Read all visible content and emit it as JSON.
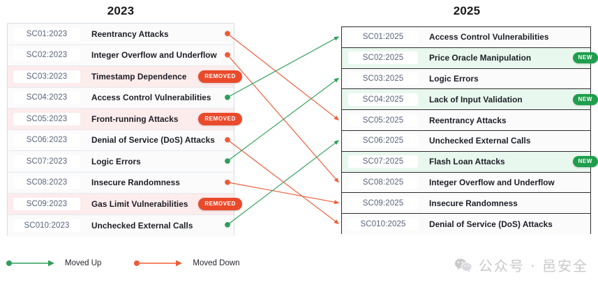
{
  "left": {
    "title": "2023",
    "rows": [
      {
        "id": "SC01:2023",
        "name": "Reentrancy Attacks",
        "state": "plain",
        "badge": "",
        "marker": "down"
      },
      {
        "id": "SC02:2023",
        "name": "Integer Overflow and Underflow",
        "state": "plain",
        "badge": "",
        "marker": "down"
      },
      {
        "id": "SC03:2023",
        "name": "Timestamp Dependence",
        "state": "removed",
        "badge": "REMOVED",
        "marker": "none"
      },
      {
        "id": "SC04:2023",
        "name": "Access Control Vulnerabilities",
        "state": "plain",
        "badge": "",
        "marker": "up"
      },
      {
        "id": "SC05:2023",
        "name": "Front-running Attacks",
        "state": "removed",
        "badge": "REMOVED",
        "marker": "none"
      },
      {
        "id": "SC06:2023",
        "name": "Denial of Service (DoS) Attacks",
        "state": "plain",
        "badge": "",
        "marker": "down"
      },
      {
        "id": "SC07:2023",
        "name": "Logic Errors",
        "state": "plain",
        "badge": "",
        "marker": "up"
      },
      {
        "id": "SC08:2023",
        "name": "Insecure Randomness",
        "state": "plain",
        "badge": "",
        "marker": "down"
      },
      {
        "id": "SC09:2023",
        "name": "Gas Limit Vulnerabilities",
        "state": "removed",
        "badge": "REMOVED",
        "marker": "none"
      },
      {
        "id": "SC010:2023",
        "name": "Unchecked External Calls",
        "state": "plain",
        "badge": "",
        "marker": "up"
      }
    ]
  },
  "right": {
    "title": "2025",
    "rows": [
      {
        "id": "SC01:2025",
        "name": "Access Control Vulnerabilities",
        "state": "plain",
        "badge": "",
        "marker": "up"
      },
      {
        "id": "SC02:2025",
        "name": "Price Oracle Manipulation",
        "state": "isnew",
        "badge": "NEW",
        "marker": "none"
      },
      {
        "id": "SC03:2025",
        "name": "Logic Errors",
        "state": "plain",
        "badge": "",
        "marker": "up"
      },
      {
        "id": "SC04:2025",
        "name": "Lack of Input Validation",
        "state": "isnew",
        "badge": "NEW",
        "marker": "none"
      },
      {
        "id": "SC05:2025",
        "name": "Reentrancy Attacks",
        "state": "plain",
        "badge": "",
        "marker": "down"
      },
      {
        "id": "SC06:2025",
        "name": "Unchecked External Calls",
        "state": "plain",
        "badge": "",
        "marker": "up"
      },
      {
        "id": "SC07:2025",
        "name": "Flash Loan Attacks",
        "state": "isnew",
        "badge": "NEW",
        "marker": "none"
      },
      {
        "id": "SC08:2025",
        "name": "Integer Overflow and Underflow",
        "state": "plain",
        "badge": "",
        "marker": "down"
      },
      {
        "id": "SC09:2025",
        "name": "Insecure Randomness",
        "state": "plain",
        "badge": "",
        "marker": "down"
      },
      {
        "id": "SC010:2025",
        "name": "Denial of Service (DoS) Attacks",
        "state": "plain",
        "badge": "",
        "marker": "down"
      }
    ]
  },
  "connections": [
    {
      "from": 1,
      "to": 5,
      "direction": "down"
    },
    {
      "from": 2,
      "to": 8,
      "direction": "down"
    },
    {
      "from": 4,
      "to": 1,
      "direction": "up"
    },
    {
      "from": 6,
      "to": 10,
      "direction": "down"
    },
    {
      "from": 7,
      "to": 3,
      "direction": "up"
    },
    {
      "from": 8,
      "to": 9,
      "direction": "down"
    },
    {
      "from": 10,
      "to": 6,
      "direction": "up"
    }
  ],
  "legend": {
    "up_label": "Moved Up",
    "down_label": "Moved Down"
  },
  "watermark": {
    "text": "公众号 · 邑安全",
    "icon": "wechat-icon"
  },
  "colors": {
    "up": "#2e9e5b",
    "down": "#ee5b38",
    "removed_badge": "#ea4a2c",
    "new_badge": "#1f9e4d",
    "removed_row": "#fdecec",
    "new_row": "#e9f8ee",
    "plain_row": "#fbfbfc",
    "text": "#1b1e25",
    "id_text": "#59637a"
  }
}
